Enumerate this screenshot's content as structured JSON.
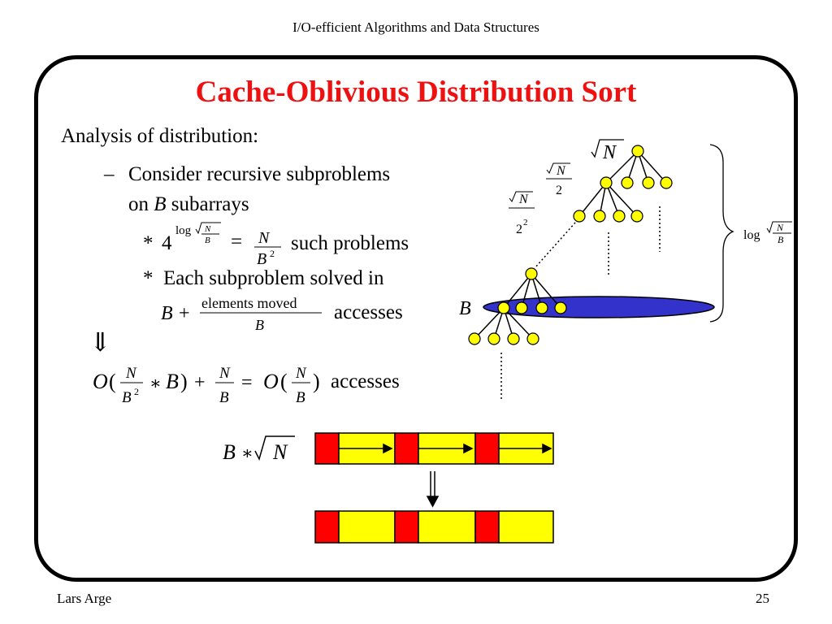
{
  "header": "I/O-efficient Algorithms and Data Structures",
  "title": "Cache-Oblivious Distribution Sort",
  "analysis": {
    "heading": "Analysis of distribution:",
    "dash": "–",
    "bullet_line1": "Consider recursive subproblems",
    "bullet_on": "on",
    "bullet_B": "B",
    "bullet_subarrays": "subarrays",
    "star": "*",
    "four": "4",
    "log": "log",
    "sqrtN": "N",
    "B": "B",
    "eq": "=",
    "N": "N",
    "B2_base": "B",
    "B2_exp": "2",
    "such_problems": "such problems",
    "each_text": "Each  subproblem solved in",
    "plus": "+",
    "elements_moved": "elements moved",
    "accesses1": "accesses",
    "implies": "⇓",
    "O": "O",
    "lp": "(",
    "rp": ")",
    "times": "∗",
    "accesses2": "accesses",
    "two": "2"
  },
  "tree_labels": {
    "sqrtN": "N",
    "two": "2",
    "two2_base": "2",
    "two2_exp": "2",
    "B": "B",
    "log": "log",
    "log_N": "N",
    "log_B": "B"
  },
  "blocks": {
    "label_B": "B",
    "label_star": "∗",
    "label_N": "N"
  },
  "colors": {
    "title": "#ee1111",
    "node_fill": "#ffff00",
    "ellipse_fill": "#3333cc",
    "red_block": "#ff0000",
    "yellow_block": "#ffff00"
  },
  "footer": {
    "author": "Lars Arge",
    "page": "25"
  }
}
